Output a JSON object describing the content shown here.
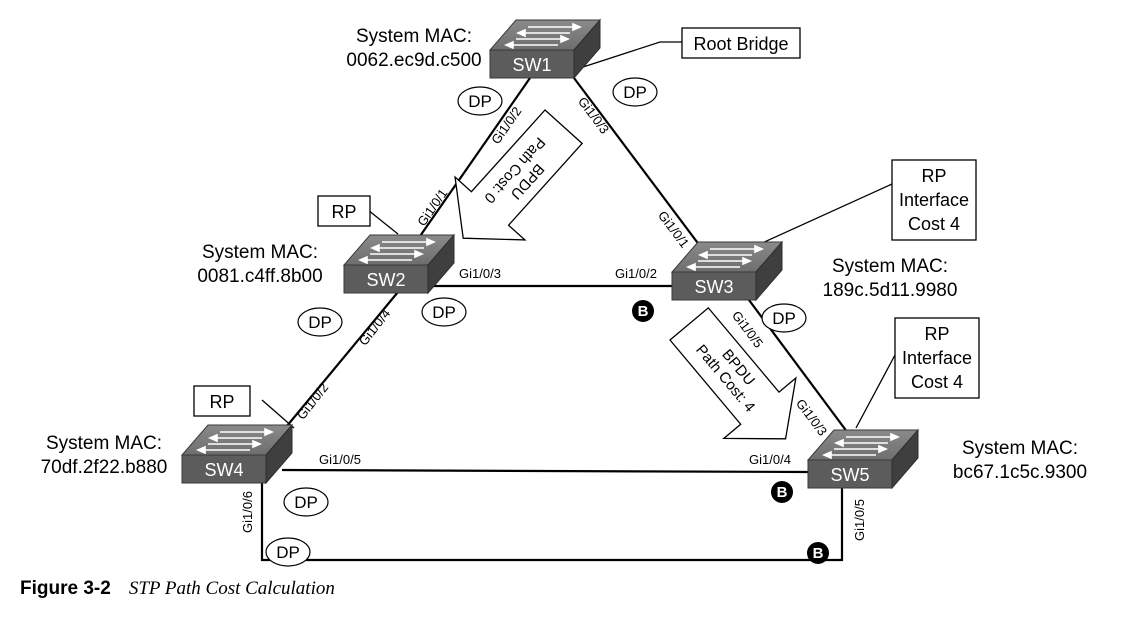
{
  "switches": [
    {
      "id": "sw1",
      "label": "SW1",
      "mac_label": "System MAC:",
      "mac": "0062.ec9d.c500"
    },
    {
      "id": "sw2",
      "label": "SW2",
      "mac_label": "System MAC:",
      "mac": "0081.c4ff.8b00"
    },
    {
      "id": "sw3",
      "label": "SW3",
      "mac_label": "System MAC:",
      "mac": "189c.5d11.9980"
    },
    {
      "id": "sw4",
      "label": "SW4",
      "mac_label": "System MAC:",
      "mac": "70df.2f22.b880"
    },
    {
      "id": "sw5",
      "label": "SW5",
      "mac_label": "System MAC:",
      "mac": "bc67.1c5c.9300"
    }
  ],
  "callouts": {
    "root_bridge": "Root Bridge",
    "sw2_role": "RP",
    "sw4_role": "RP",
    "sw3_rp": [
      "RP",
      "Interface",
      "Cost 4"
    ],
    "sw5_rp": [
      "RP",
      "Interface",
      "Cost 4"
    ]
  },
  "ports": {
    "sw1_to_sw2": "Gi1/0/2",
    "sw1_to_sw3": "Gi1/0/3",
    "sw2_to_sw1": "Gi1/0/1",
    "sw2_to_sw3": "Gi1/0/3",
    "sw2_to_sw4": "Gi1/0/4",
    "sw3_from_sw1": "Gi1/0/1",
    "sw3_from_sw2": "Gi1/0/2",
    "sw3_to_sw5": "Gi1/0/5",
    "sw4_to_sw2": "Gi1/0/2",
    "sw4_to_sw5": "Gi1/0/5",
    "sw4_bottom": "Gi1/0/6",
    "sw5_from_sw3": "Gi1/0/3",
    "sw5_from_sw4": "Gi1/0/4",
    "sw5_bottom": "Gi1/0/5"
  },
  "port_roles": {
    "designated": "DP",
    "blocking": "B"
  },
  "bpdu_arrows": [
    {
      "title": "BPDU",
      "cost": "Path Cost: 0"
    },
    {
      "title": "BPDU",
      "cost": "Path Cost: 4"
    }
  ],
  "caption": {
    "number": "Figure 3-2",
    "title": "STP Path Cost Calculation"
  }
}
